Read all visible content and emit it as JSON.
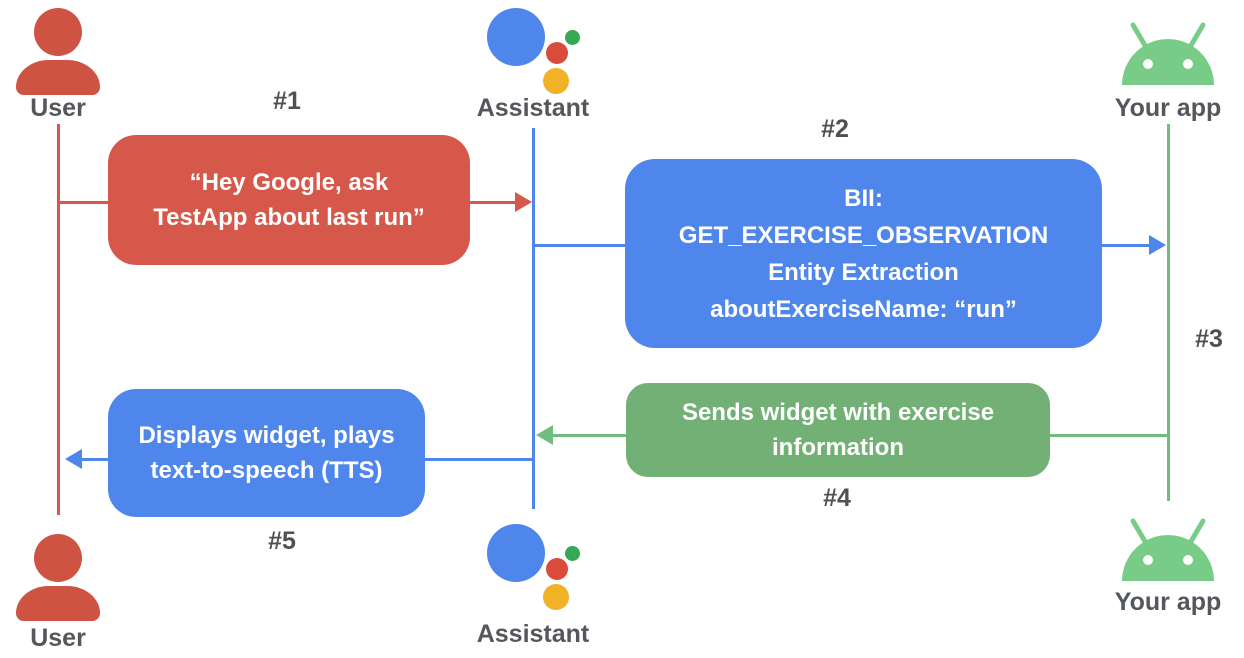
{
  "diagram_type": "sequence-diagram",
  "actors": {
    "user_top": "User",
    "assistant_top": "Assistant",
    "app_top": "Your app",
    "user_bottom": "User",
    "assistant_bottom": "Assistant",
    "app_bottom": "Your app"
  },
  "step_labels": {
    "s1": "#1",
    "s2": "#2",
    "s3": "#3",
    "s4": "#4",
    "s5": "#5"
  },
  "messages": {
    "user_query": {
      "lines": [
        "“Hey Google, ask",
        "TestApp about last run”"
      ]
    },
    "bii": {
      "lines": [
        "BII:",
        "GET_EXERCISE_OBSERVATION",
        "Entity Extraction",
        "aboutExerciseName: “run”"
      ]
    },
    "widget": {
      "lines": [
        "Sends widget with exercise",
        "information"
      ]
    },
    "display": {
      "lines": [
        "Displays widget, plays",
        "text-to-speech (TTS)"
      ]
    }
  },
  "colors": {
    "red": "#d5584a",
    "blue": "#4e86ec",
    "green_box": "#72b075",
    "android_green": "#78cc88",
    "line_green": "#6fbe7f",
    "assistant_red": "#da4b3c",
    "assistant_yellow": "#f2b227",
    "assistant_green": "#34a853",
    "label_gray": "#54575b"
  }
}
